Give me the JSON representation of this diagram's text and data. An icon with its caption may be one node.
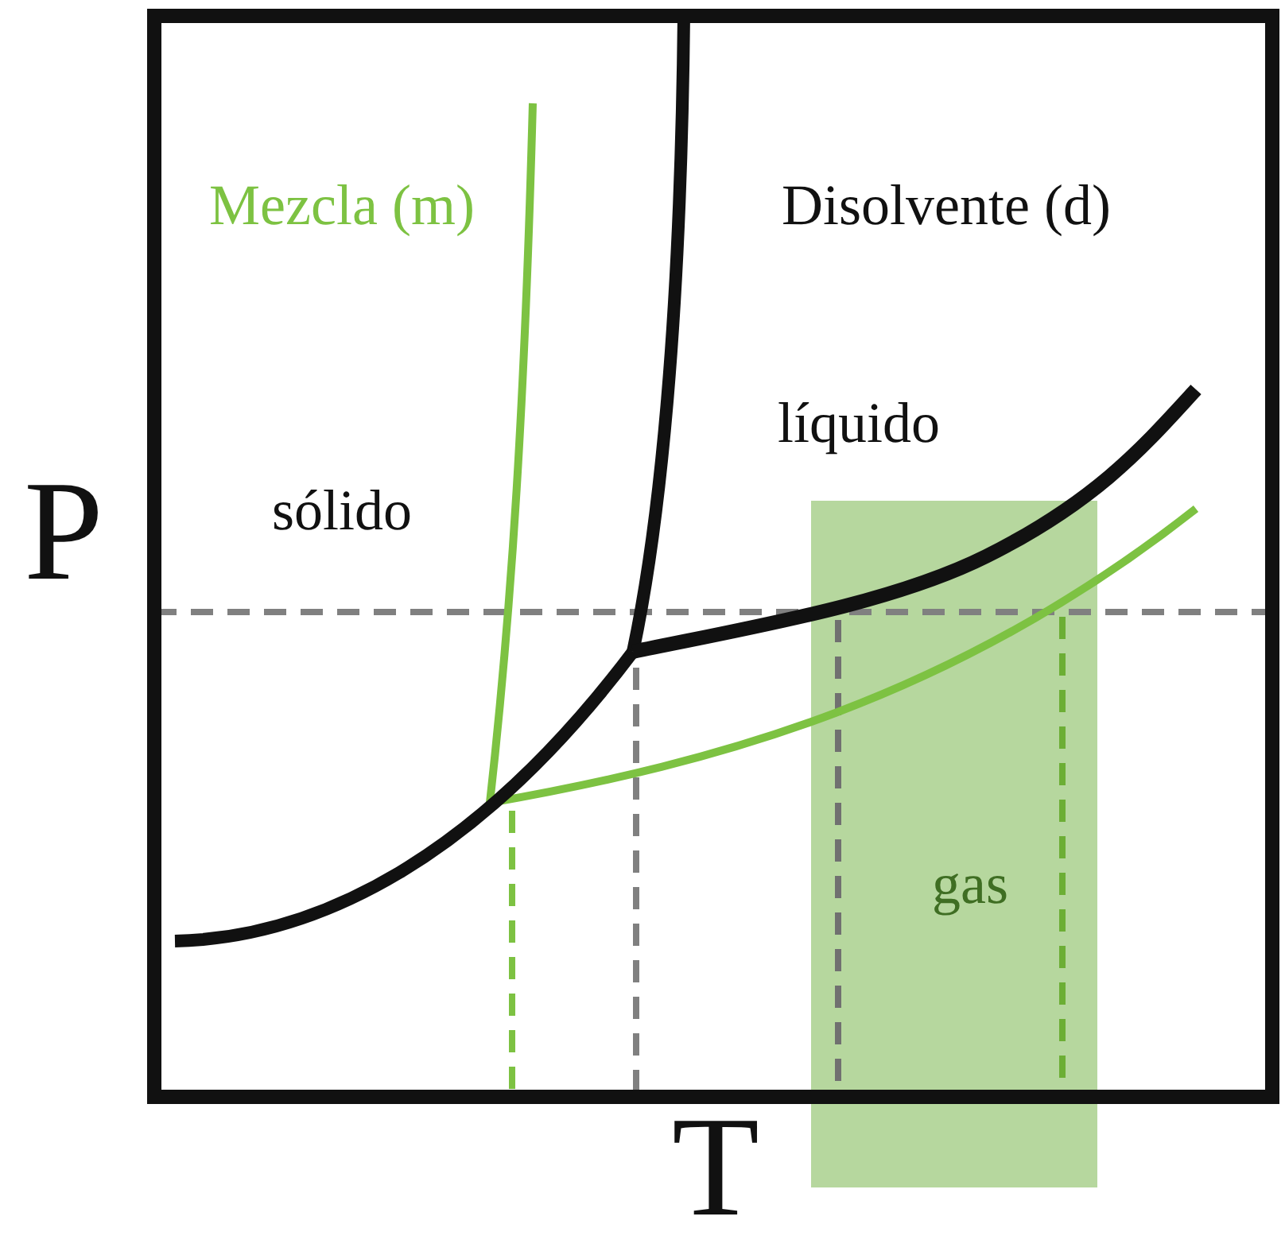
{
  "diagram": {
    "labels": [
      "Mezcla (m)",
      "Disolvente (d)",
      "líquido",
      "sólido",
      "P",
      "gas",
      "T"
    ]
  }
}
